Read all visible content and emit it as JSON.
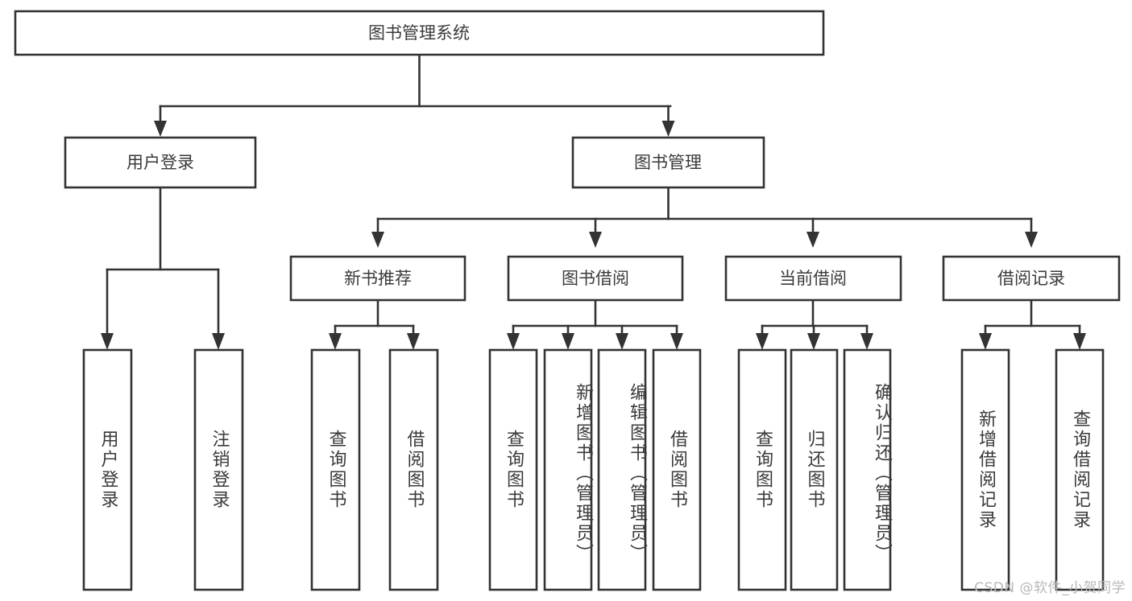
{
  "diagram": {
    "type": "tree",
    "title": "图书管理系统",
    "orientation": "top-down",
    "colors": {
      "box_stroke": "#333333",
      "box_fill": "#ffffff",
      "text": "#3a3a3a",
      "background": "#ffffff",
      "watermark": "#b9b9b9"
    },
    "root": {
      "label": "图书管理系统"
    },
    "level2": [
      {
        "label": "用户登录"
      },
      {
        "label": "图书管理"
      }
    ],
    "level3": [
      {
        "label": "新书推荐"
      },
      {
        "label": "图书借阅"
      },
      {
        "label": "当前借阅"
      },
      {
        "label": "借阅记录"
      }
    ],
    "leaves": {
      "user_login": [
        {
          "label": "用户登录"
        },
        {
          "label": "注销登录"
        }
      ],
      "new_book_recommend": [
        {
          "label": "查询图书"
        },
        {
          "label": "借阅图书"
        }
      ],
      "book_borrow": [
        {
          "label": "查询图书"
        },
        {
          "label": "新增图书（管理员）"
        },
        {
          "label": "编辑图书（管理员）"
        },
        {
          "label": "借阅图书"
        }
      ],
      "current_borrow": [
        {
          "label": "查询图书"
        },
        {
          "label": "归还图书"
        },
        {
          "label": "确认归还（管理员）"
        }
      ],
      "borrow_record": [
        {
          "label": "新增借阅记录"
        },
        {
          "label": "查询借阅记录"
        }
      ]
    }
  },
  "watermark": {
    "text": "CSDN @软件_小贺同学"
  }
}
